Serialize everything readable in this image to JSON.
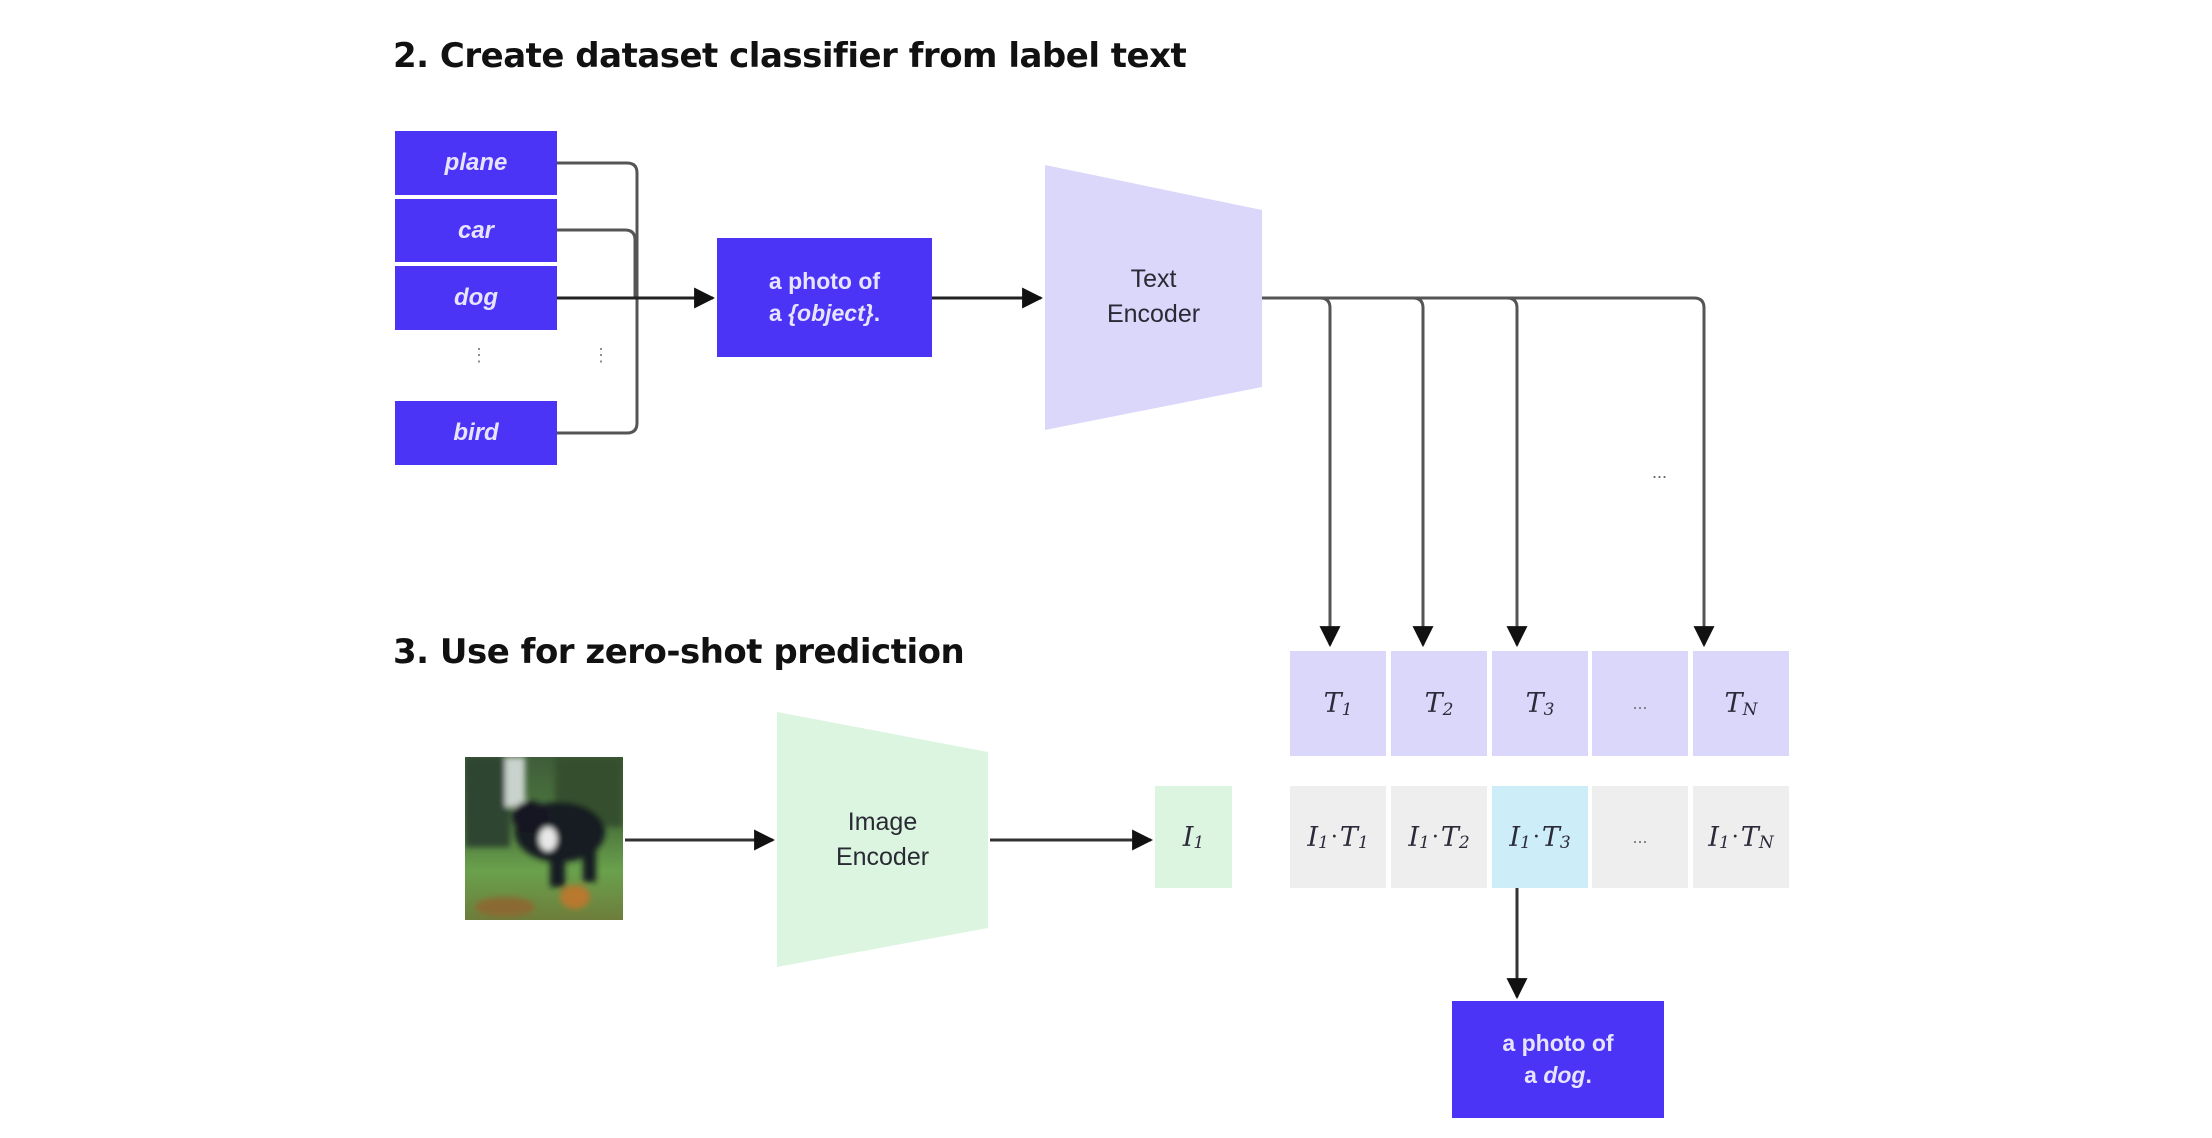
{
  "section2": {
    "heading": "2. Create dataset classifier from label text",
    "labels": [
      "plane",
      "car",
      "dog",
      "bird"
    ],
    "ellipsis_vertical": "⋮",
    "prompt_template": {
      "line1": "a photo of",
      "line2_prefix": "a ",
      "line2_object": "{object}",
      "line2_suffix": "."
    },
    "text_encoder": {
      "line1": "Text",
      "line2": "Encoder"
    },
    "floating_ellipsis": "...",
    "encoder_color": "#dbd7fb"
  },
  "section3": {
    "heading": "3. Use for zero-shot prediction",
    "input_image": {
      "description": "photo of a black dog on grass"
    },
    "image_encoder": {
      "line1": "Image",
      "line2": "Encoder"
    },
    "image_embedding": {
      "symbol": "I",
      "sub": "1"
    },
    "text_embeddings": [
      {
        "symbol": "T",
        "sub": "1"
      },
      {
        "symbol": "T",
        "sub": "2"
      },
      {
        "symbol": "T",
        "sub": "3"
      },
      {
        "symbol": "...",
        "sub": ""
      },
      {
        "symbol": "T",
        "sub": "N"
      }
    ],
    "similarities": [
      {
        "a": "I",
        "a_sub": "1",
        "b": "T",
        "b_sub": "1",
        "highlighted": false
      },
      {
        "a": "I",
        "a_sub": "1",
        "b": "T",
        "b_sub": "2",
        "highlighted": false
      },
      {
        "a": "I",
        "a_sub": "1",
        "b": "T",
        "b_sub": "3",
        "highlighted": true
      },
      {
        "a": "...",
        "a_sub": "",
        "b": "",
        "b_sub": "",
        "highlighted": false
      },
      {
        "a": "I",
        "a_sub": "1",
        "b": "T",
        "b_sub": "N",
        "highlighted": false
      }
    ],
    "dot_operator": "·",
    "prediction": {
      "line1": "a photo of",
      "line2_prefix": "a ",
      "line2_object": "dog",
      "line2_suffix": "."
    }
  },
  "colors": {
    "label_blue": "#4b34f6",
    "text_encoder_lavender": "#dbd7fb",
    "image_encoder_green": "#dcf5e0",
    "highlight_cyan": "#cdeef9",
    "neutral_cell": "#eeeeef"
  }
}
